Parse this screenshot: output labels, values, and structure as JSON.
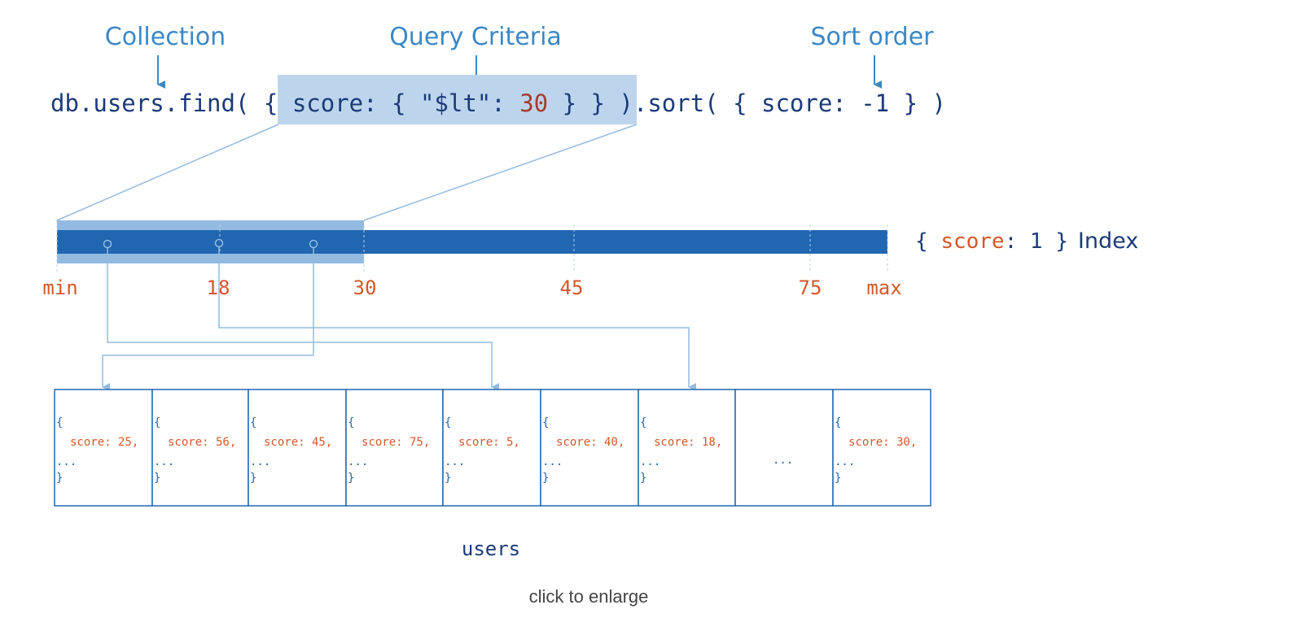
{
  "labels": {
    "collection": "Collection",
    "query_criteria": "Query Criteria",
    "sort_order": "Sort order"
  },
  "query": {
    "part1": "db.users.find( ",
    "criteria_prefix": "{ score: { \"$lt\": ",
    "criteria_value": "30",
    "criteria_suffix": " } }",
    "part2": " ).sort( { score: -1 } )"
  },
  "index": {
    "open": "{ ",
    "field": "score",
    "rest": ": 1 }",
    "word": "Index"
  },
  "ticks": [
    "min",
    "18",
    "30",
    "45",
    "75",
    "max"
  ],
  "documents": [
    {
      "open": "{",
      "line": "score: 25,",
      "more": "...",
      "close": "}"
    },
    {
      "open": "{",
      "line": "score: 56,",
      "more": "...",
      "close": "}"
    },
    {
      "open": "{",
      "line": "score: 45,",
      "more": "...",
      "close": "}"
    },
    {
      "open": "{",
      "line": "score: 75,",
      "more": "...",
      "close": "}"
    },
    {
      "open": "{",
      "line": "score: 5,",
      "more": "...",
      "close": "}"
    },
    {
      "open": "{",
      "line": "score: 40,",
      "more": "...",
      "close": "}"
    },
    {
      "open": "{",
      "line": "score: 18,",
      "more": "...",
      "close": "}"
    },
    {
      "ellipsis": "..."
    },
    {
      "open": "{",
      "line": "score: 30,",
      "more": "...",
      "close": "}"
    }
  ],
  "collection_name": "users",
  "enlarge_link": "click to enlarge",
  "colors": {
    "title": "#3d87c4",
    "code": "#1b3a78",
    "value": "#d4572a",
    "bar": "#2166b0",
    "highlight": "#93bbe0"
  }
}
